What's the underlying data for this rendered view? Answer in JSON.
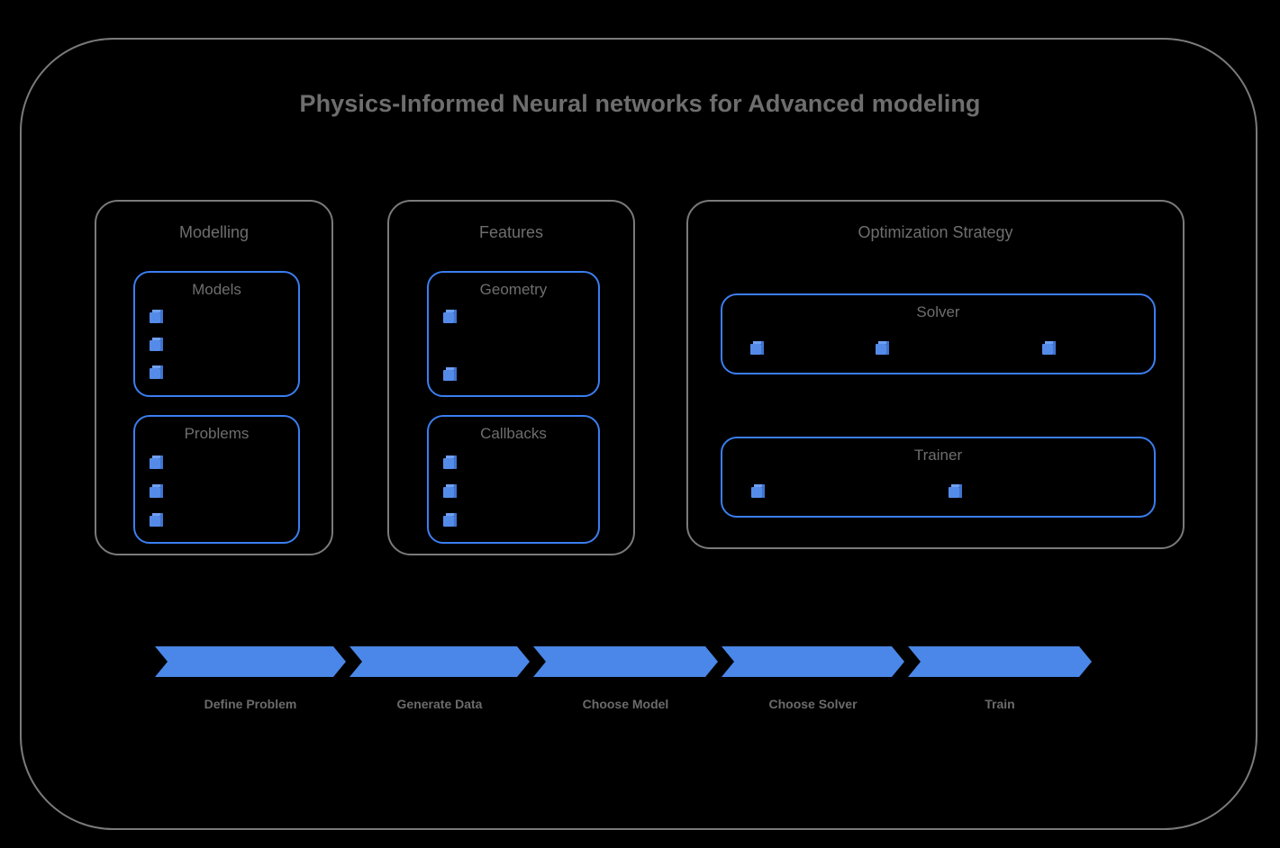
{
  "title": "Physics-Informed Neural networks for Advanced modeling",
  "colors": {
    "background": "#000000",
    "frame_border": "#7a7a7a",
    "panel_border": "#7a7a7a",
    "subbox_border": "#3b7ef0",
    "text_gray": "#6e6e6e",
    "accent_blue": "#4a87e8",
    "cube_blue": "#558be8"
  },
  "groups": [
    {
      "id": "modelling",
      "label": "Modelling",
      "boxes": [
        {
          "id": "models",
          "label": "Models",
          "items": [
            "",
            "",
            ""
          ]
        },
        {
          "id": "problems",
          "label": "Problems",
          "items": [
            "",
            "",
            ""
          ]
        }
      ]
    },
    {
      "id": "features",
      "label": "Features",
      "boxes": [
        {
          "id": "geometry",
          "label": "Geometry",
          "items": [
            "",
            ""
          ]
        },
        {
          "id": "callbacks",
          "label": "Callbacks",
          "items": [
            "",
            "",
            ""
          ]
        }
      ]
    },
    {
      "id": "optimization-strategy",
      "label": "Optimization Strategy",
      "boxes": [
        {
          "id": "solver",
          "label": "Solver",
          "items": [
            "",
            "",
            ""
          ]
        },
        {
          "id": "trainer",
          "label": "Trainer",
          "items": [
            "",
            ""
          ]
        }
      ]
    }
  ],
  "flow": {
    "steps": [
      {
        "id": "define-problem",
        "label": "Define Problem"
      },
      {
        "id": "generate-data",
        "label": "Generate Data"
      },
      {
        "id": "choose-model",
        "label": "Choose Model"
      },
      {
        "id": "choose-solver",
        "label": "Choose Solver"
      },
      {
        "id": "train",
        "label": "Train"
      }
    ]
  }
}
